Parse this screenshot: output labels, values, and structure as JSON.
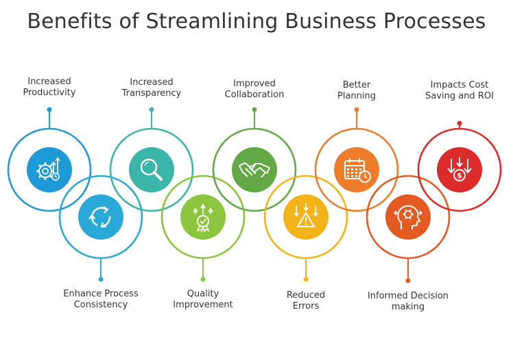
{
  "title": "Benefits of Streamlining Business Processes",
  "benefits": [
    {
      "lines": [
        "Increased",
        "Productivity"
      ],
      "color": "#1e9ad6",
      "icon": "gear-productivity-icon"
    },
    {
      "lines": [
        "Enhance Process",
        "Consistency"
      ],
      "color": "#2aa9d8",
      "icon": "cycle-arrows-icon"
    },
    {
      "lines": [
        "Increased",
        "Transparency"
      ],
      "color": "#3bb5a8",
      "icon": "magnifier-icon"
    },
    {
      "lines": [
        "Quality",
        "Improvement"
      ],
      "color": "#8cc63f",
      "icon": "quality-badge-icon"
    },
    {
      "lines": [
        "Improved",
        "Collaboration"
      ],
      "color": "#62a844",
      "icon": "handshake-icon"
    },
    {
      "lines": [
        "Reduced",
        "Errors"
      ],
      "color": "#f2b31b",
      "icon": "warning-errors-icon"
    },
    {
      "lines": [
        "Better",
        "Planning"
      ],
      "color": "#ee7d2b",
      "icon": "calendar-clock-icon"
    },
    {
      "lines": [
        "Informed Decision",
        "making"
      ],
      "color": "#e35a22",
      "icon": "head-gear-icon"
    },
    {
      "lines": [
        "Impacts Cost",
        "Saving and ROI"
      ],
      "color": "#dd2a2a",
      "icon": "cost-down-icon"
    }
  ]
}
